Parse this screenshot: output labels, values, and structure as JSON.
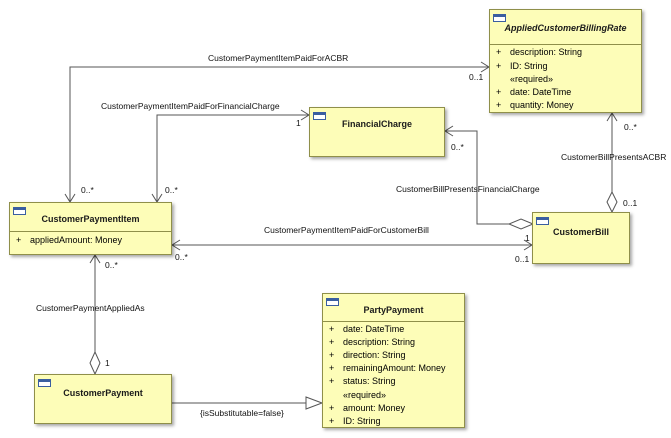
{
  "classes": {
    "applied_customer_billing_rate": {
      "name": "AppliedCustomerBillingRate",
      "attributes": [
        {
          "vis": "+",
          "text": "description: String"
        },
        {
          "vis": "+",
          "text": "ID: String"
        }
      ],
      "stereotype": "«required»",
      "required_attributes": [
        {
          "vis": "+",
          "text": "date: DateTime"
        },
        {
          "vis": "+",
          "text": "quantity: Money"
        }
      ]
    },
    "financial_charge": {
      "name": "FinancialCharge"
    },
    "customer_payment_item": {
      "name": "CustomerPaymentItem",
      "attributes": [
        {
          "vis": "+",
          "text": "appliedAmount: Money"
        }
      ]
    },
    "customer_bill": {
      "name": "CustomerBill"
    },
    "party_payment": {
      "name": "PartyPayment",
      "attributes": [
        {
          "vis": "+",
          "text": "date: DateTime"
        },
        {
          "vis": "+",
          "text": "description: String"
        },
        {
          "vis": "+",
          "text": "direction: String"
        },
        {
          "vis": "+",
          "text": "remainingAmount: Money"
        },
        {
          "vis": "+",
          "text": "status: String"
        }
      ],
      "stereotype": "«required»",
      "required_attributes": [
        {
          "vis": "+",
          "text": "amount: Money"
        },
        {
          "vis": "+",
          "text": "ID: String"
        }
      ]
    },
    "customer_payment": {
      "name": "CustomerPayment"
    }
  },
  "associations": {
    "paid_for_acbr": {
      "label": "CustomerPaymentItemPaidForACBR",
      "mult_source": "0..*",
      "mult_target": "0..1"
    },
    "paid_for_financial_charge": {
      "label": "CustomerPaymentItemPaidForFinancialCharge",
      "mult_source": "0..*",
      "mult_target": "1"
    },
    "presents_financial_charge": {
      "label": "CustomerBillPresentsFinancialCharge",
      "mult_target": "0..*",
      "mult_source": "1"
    },
    "presents_acbr": {
      "label": "CustomerBillPresentsACBR",
      "mult_target": "0..*",
      "mult_source": "0..1"
    },
    "paid_for_customer_bill": {
      "label": "CustomerPaymentItemPaidForCustomerBill",
      "mult_source": "0..*",
      "mult_target": "0..1"
    },
    "applied_as": {
      "label": "CustomerPaymentAppliedAs",
      "mult_target": "0..*",
      "mult_source": "1"
    },
    "generalization": {
      "label": "{isSubstitutable=false}"
    }
  }
}
